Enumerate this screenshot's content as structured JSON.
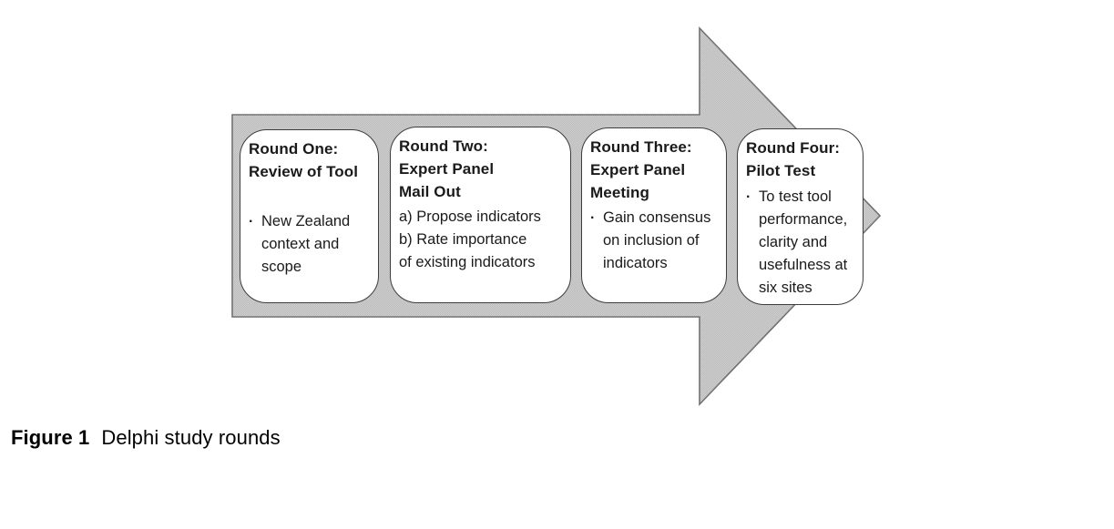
{
  "figure_caption": {
    "label": "Figure 1",
    "title": "Delphi study rounds"
  },
  "arrow": {
    "fill": "#cdcdcd",
    "outline": "#6e6e6e"
  },
  "rounds": [
    {
      "title": "Round One:\nReview of Tool",
      "bullet": "·",
      "body": "New Zealand\ncontext and\nscope"
    },
    {
      "title": "Round Two:\nExpert Panel\nMail Out",
      "bullet": "",
      "body": "a) Propose indicators\nb) Rate importance\nof existing indicators"
    },
    {
      "title": "Round Three:\nExpert Panel\nMeeting",
      "bullet": "·",
      "body": "Gain consensus\non inclusion of\nindicators"
    },
    {
      "title": "Round Four:\nPilot Test",
      "bullet": "·",
      "body": "To test tool\nperformance,\nclarity and\nusefulness at\nsix sites"
    }
  ]
}
